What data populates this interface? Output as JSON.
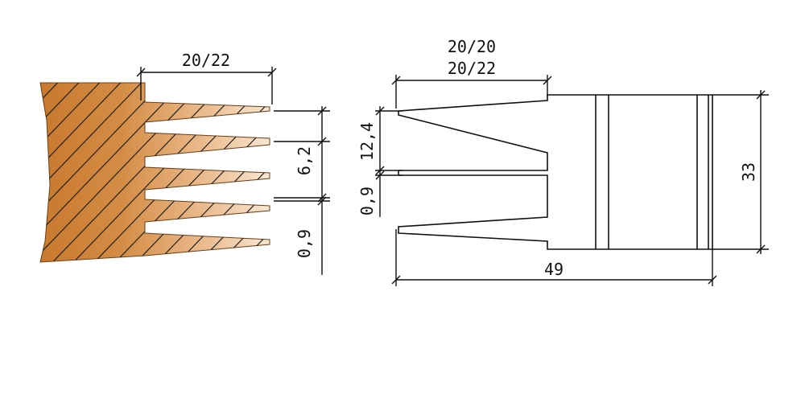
{
  "labels": {
    "left_width": "20/22",
    "left_tooth_pitch": "6,2",
    "left_gap": "0,9",
    "right_width_top": "20/20",
    "right_width_bottom": "20/22",
    "right_height_tooth": "12,4",
    "right_gap": "0,9",
    "right_total_height": "33",
    "right_total_length": "49"
  },
  "colors": {
    "wood_dark": "#c8792e",
    "wood_light": "#f6dcc0",
    "line": "#111111"
  }
}
